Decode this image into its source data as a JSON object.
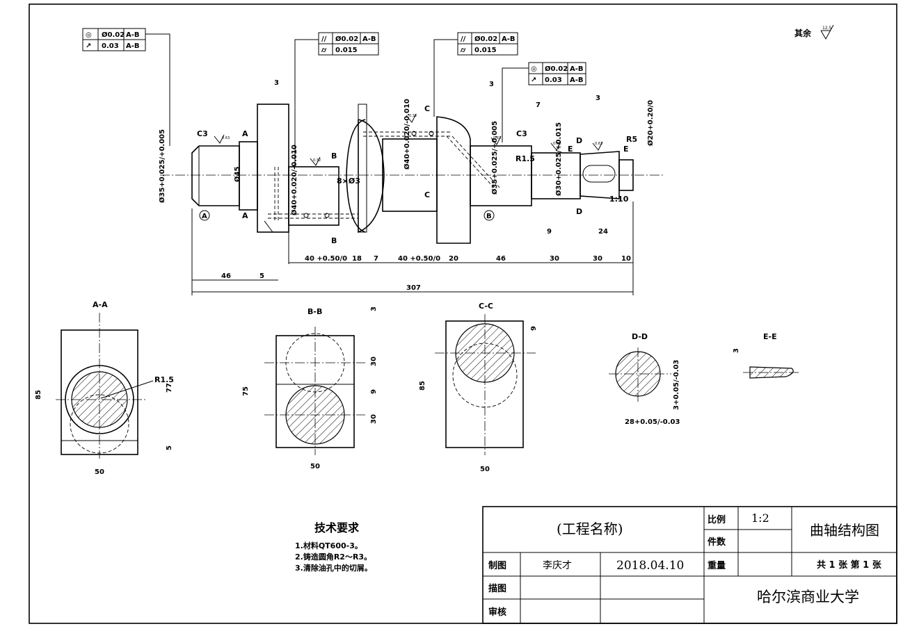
{
  "roughness_note": {
    "label": "其余",
    "value": "12.5"
  },
  "fcf_frames": [
    {
      "rows": [
        [
          "◎",
          "Ø0.02",
          "A-B"
        ],
        [
          "↗",
          "0.03",
          "A-B"
        ]
      ]
    },
    {
      "rows": [
        [
          "//",
          "Ø0.02",
          "A-B"
        ],
        [
          "⌭",
          "0.015",
          ""
        ]
      ]
    },
    {
      "rows": [
        [
          "//",
          "Ø0.02",
          "A-B"
        ],
        [
          "⌭",
          "0.015",
          ""
        ]
      ]
    },
    {
      "rows": [
        [
          "◎",
          "Ø0.02",
          "A-B"
        ],
        [
          "↗",
          "0.03",
          "A-B"
        ]
      ]
    }
  ],
  "main_view": {
    "chamfer_left": "C3",
    "chamfer_right": "C3",
    "fillet": "R1.5",
    "fillet_right": "R5",
    "taper": "1:10",
    "holes": "8×Ø3",
    "diameters": [
      "Ø35+0.025/+0.005",
      "Ø45",
      "Ø40+0.020/-0.010",
      "Ø40+0.020/-0.010",
      "Ø35+0.025/+0.005",
      "Ø30+0.025/+0.015",
      "Ø20+0.20/0"
    ],
    "section_marks": [
      "A",
      "B",
      "C",
      "D",
      "E"
    ],
    "datums": [
      "A",
      "B"
    ],
    "top_dims": [
      "3",
      "3",
      "7",
      "3"
    ],
    "bottom_dims_row1": [
      "40 +0.50/0",
      "18",
      "7",
      "40 +0.50/0",
      "20",
      "46",
      "30",
      "30",
      "10"
    ],
    "bottom_dims_row2": [
      "46",
      "5"
    ],
    "inner_dims": [
      "9",
      "24"
    ],
    "overall": "307",
    "roughness_vals": [
      "0.63",
      "0.32",
      "0.32",
      "0.63",
      "0.63",
      "0.63"
    ]
  },
  "sections": {
    "aa": {
      "title": "A-A",
      "dims": [
        "85",
        "77",
        "5",
        "50"
      ],
      "fillet": "R1.5"
    },
    "bb": {
      "title": "B-B",
      "dims": [
        "75",
        "3",
        "30",
        "9",
        "30",
        "50"
      ]
    },
    "cc": {
      "title": "C-C",
      "dims": [
        "85",
        "9",
        "50"
      ]
    },
    "dd": {
      "title": "D-D",
      "dims": [
        "28+0.05/-0.03",
        "3+0.05/-0.03"
      ]
    },
    "ee": {
      "title": "E-E",
      "dims": [
        "3"
      ]
    }
  },
  "tech_req": {
    "title": "技术要求",
    "items": [
      "1.材料QT600-3。",
      "2.铸造圆角R2～R3。",
      "3.清除油孔中的切屑。"
    ]
  },
  "title_block": {
    "project": "(工程名称)",
    "drawing_name": "曲轴结构图",
    "scale_label": "比例",
    "scale_value": "1:2",
    "count_label": "件数",
    "weight_label": "重量",
    "sheets": "共 1 张 第 1 张",
    "drawn_label": "制图",
    "drawn_by": "李庆才",
    "date": "2018.04.10",
    "traced_label": "描图",
    "checked_label": "审核",
    "institution": "哈尔滨商业大学"
  }
}
